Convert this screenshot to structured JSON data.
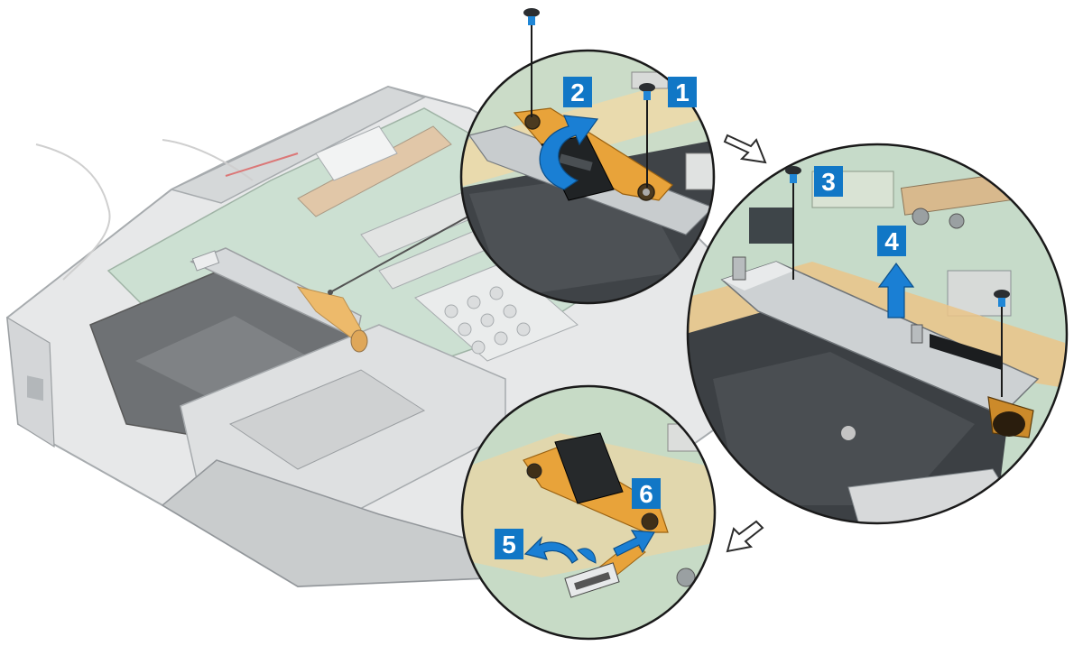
{
  "colors": {
    "step_badge": "#1177c6",
    "step_text": "#ffffff",
    "arrow": "#1188dd",
    "chassis": "#d6d8d9",
    "board": "#b9d3c2",
    "flex": "#e8a33a",
    "bracket": "#c9cdd0",
    "outline": "#6e7479"
  },
  "steps": [
    {
      "number": "1"
    },
    {
      "number": "2"
    },
    {
      "number": "3"
    },
    {
      "number": "4"
    },
    {
      "number": "5"
    },
    {
      "number": "6"
    }
  ],
  "icons": [
    "screw-icon",
    "rotate-arrow-icon",
    "lift-arrow-icon",
    "slide-arrow-icon",
    "transition-arrow-icon"
  ]
}
